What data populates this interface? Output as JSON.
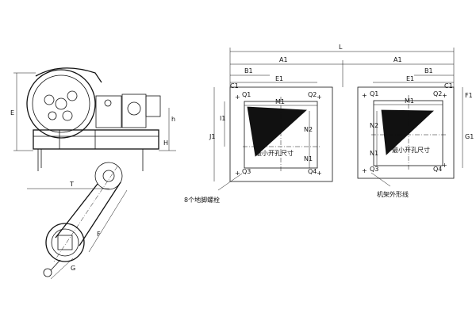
{
  "side_view": {
    "labels": {
      "E": "E",
      "h": "h",
      "H": "H",
      "T": "T",
      "F": "F",
      "G": "G"
    }
  },
  "plan_left": {
    "labels": {
      "L": "L",
      "A1": "A1",
      "B1": "B1",
      "C1": "C1",
      "E1": "E1",
      "M1": "M1",
      "J1": "J1",
      "I1": "I1",
      "N2": "N2",
      "N1": "N1",
      "Q1": "Q1",
      "Q2": "Q2",
      "Q3": "Q3",
      "Q4": "Q4"
    },
    "opening_note": "最小开孔尺寸",
    "bolt_note": "8个地脚螺栓"
  },
  "plan_right": {
    "labels": {
      "A1": "A1",
      "B1": "B1",
      "C1": "C1",
      "E1": "E1",
      "M1": "M1",
      "F1": "F1",
      "G1": "G1",
      "N2": "N2",
      "N1": "N1",
      "Q1": "Q1",
      "Q2": "Q2",
      "Q3": "Q3",
      "Q4": "Q4"
    },
    "opening_note": "最小开孔尺寸",
    "frame_note": "机架外形线"
  }
}
